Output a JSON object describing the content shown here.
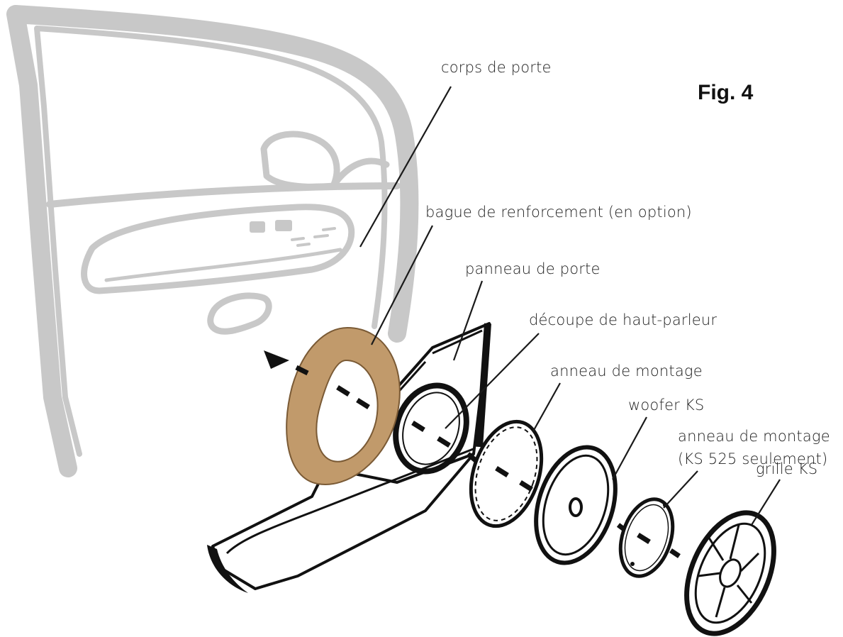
{
  "figure": {
    "label": "Fig. 4"
  },
  "callouts": {
    "door_body": "corps de porte",
    "reinforcement_ring": "bague de renforcement (en option)",
    "door_panel": "panneau de porte",
    "speaker_cutout": "découpe de haut-parleur",
    "mounting_ring": "anneau de montage",
    "woofer": "woofer KS",
    "mounting_ring_2_line1": "anneau de montage",
    "mounting_ring_2_line2": "(KS 525 seulement)",
    "grille": "grille KS"
  },
  "colors": {
    "door_outline": "#c8c8c8",
    "ring_fill": "#c19a6b",
    "ink": "#111111"
  }
}
